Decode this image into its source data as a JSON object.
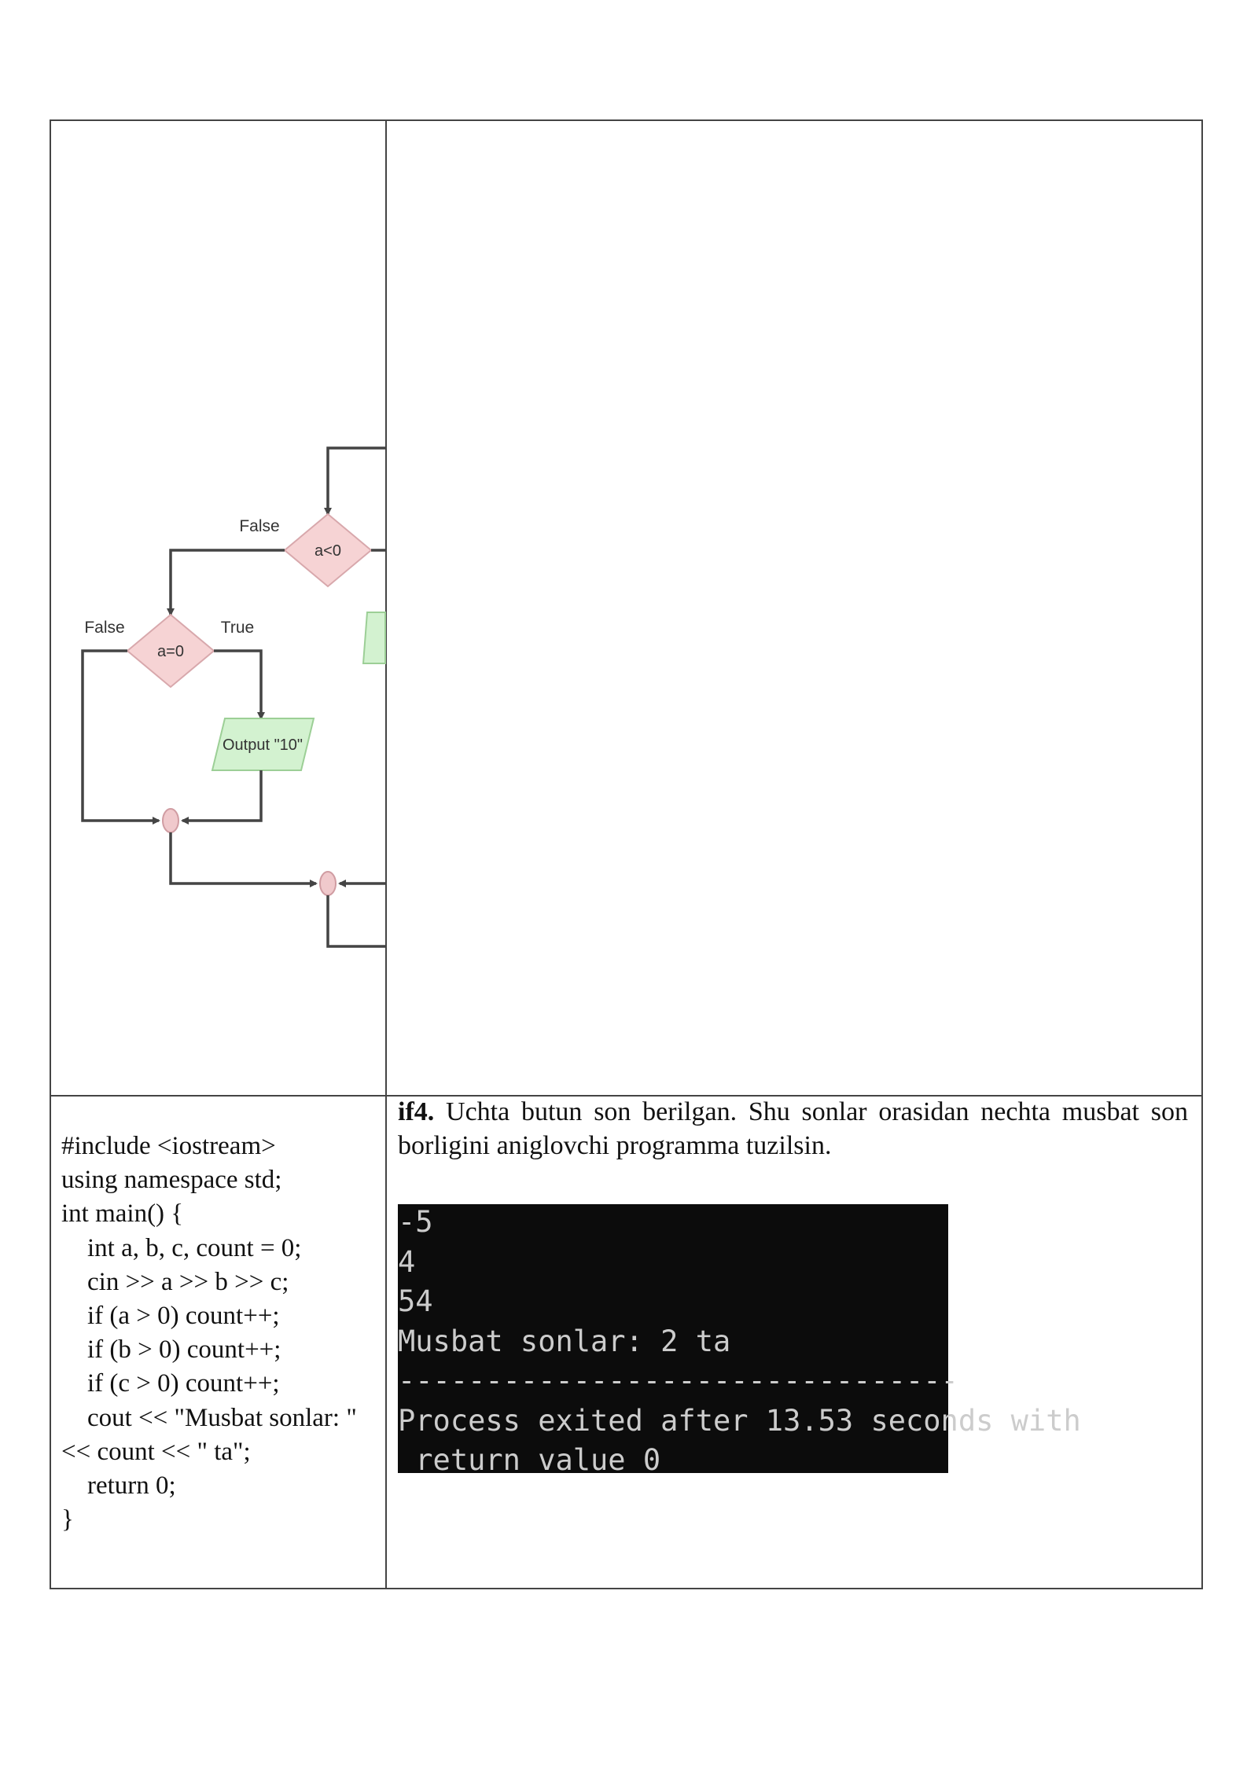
{
  "flowchart": {
    "decision_outer": "a<0",
    "decision_inner": "a=0",
    "label_false_outer": "False",
    "label_false_inner": "False",
    "label_true_inner": "True",
    "output_box": "Output \"10\""
  },
  "code": {
    "lines": [
      "#include <iostream>",
      "using namespace std;",
      "int main() {",
      "    int a, b, c, count = 0;",
      "    cin >> a >> b >> c;",
      "    if (a > 0) count++;",
      "    if (b > 0) count++;",
      "    if (c > 0) count++;",
      "    cout << \"Musbat sonlar: \" << count << \" ta\";",
      "    return 0;",
      "}"
    ]
  },
  "task": {
    "id": "if4.",
    "text": " Uchta butun son berilgan. Shu sonlar orasidan nechta musbat son borligini aniglovchi programma tuzilsin."
  },
  "console": {
    "lines": [
      "-5",
      "4",
      "54",
      "Musbat sonlar: 2 ta",
      "--------------------------------",
      "Process exited after 13.53 seconds with",
      " return value 0"
    ]
  },
  "colors": {
    "decision_fill": "#f6d3d4",
    "output_fill": "#d3f2d0",
    "connector_fill": "#f0c9cc",
    "console_bg": "#0c0c0c",
    "console_text": "#cccccc"
  }
}
